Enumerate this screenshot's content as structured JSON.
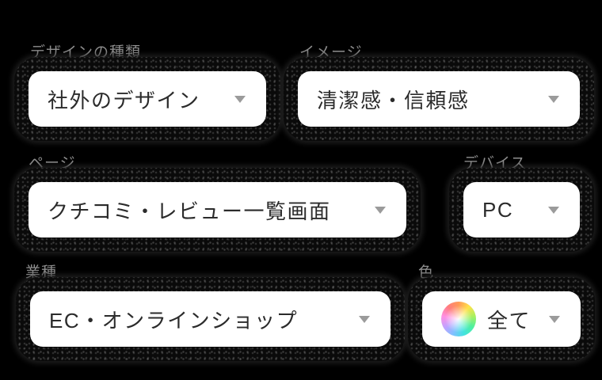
{
  "page": {
    "background_color": "#000000",
    "pill_color": "#ffffff",
    "text_color": "#2b2b2b",
    "arrow_color": "#9b9b9b",
    "label_color": "#8f8f8f"
  },
  "filters": [
    {
      "id": "design-type",
      "label": "デザインの種類",
      "value": "社外のデザイン"
    },
    {
      "id": "impression",
      "label": "イメージ",
      "value": "清潔感・信頼感"
    },
    {
      "id": "page-type",
      "label": "ページ",
      "value": "クチコミ・レビュー一覧画面"
    },
    {
      "id": "device",
      "label": "デバイス",
      "value": "PC"
    },
    {
      "id": "industry",
      "label": "業種",
      "value": "EC・オンラインショップ"
    },
    {
      "id": "color",
      "label": "色",
      "value": "全て",
      "icon": "color-wheel-icon"
    }
  ]
}
